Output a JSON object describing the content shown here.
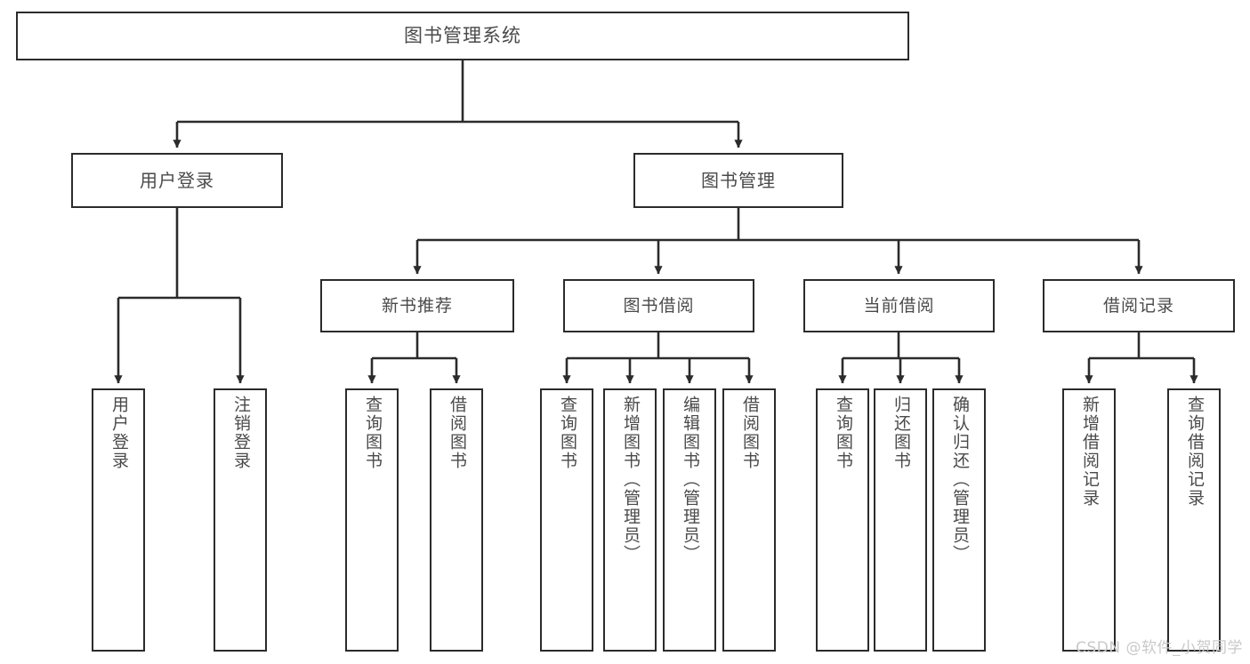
{
  "diagram": {
    "title": "图书管理系统",
    "watermark": "CSDN @软件_小贺同学",
    "colors": {
      "border": "#2b2b2b",
      "text": "#4a4a4a",
      "edge": "#2b2b2b",
      "background": "#ffffff",
      "watermark": "#c9c9c9"
    },
    "root": {
      "label": "图书管理系统"
    },
    "level1": [
      {
        "label": "用户登录"
      },
      {
        "label": "图书管理"
      }
    ],
    "level2": [
      {
        "label": "新书推荐"
      },
      {
        "label": "图书借阅"
      },
      {
        "label": "当前借阅"
      },
      {
        "label": "借阅记录"
      }
    ],
    "leaves": {
      "user_login": [
        {
          "label": "用户登录"
        },
        {
          "label": "注销登录"
        }
      ],
      "new_book_recommend": [
        {
          "label": "查询图书"
        },
        {
          "label": "借阅图书"
        }
      ],
      "book_borrow": [
        {
          "label": "查询图书"
        },
        {
          "label": "新增图书（管理员）"
        },
        {
          "label": "编辑图书（管理员）"
        },
        {
          "label": "借阅图书"
        }
      ],
      "current_borrow": [
        {
          "label": "查询图书"
        },
        {
          "label": "归还图书"
        },
        {
          "label": "确认归还（管理员）"
        }
      ],
      "borrow_record": [
        {
          "label": "新增借阅记录"
        },
        {
          "label": "查询借阅记录"
        }
      ]
    }
  }
}
